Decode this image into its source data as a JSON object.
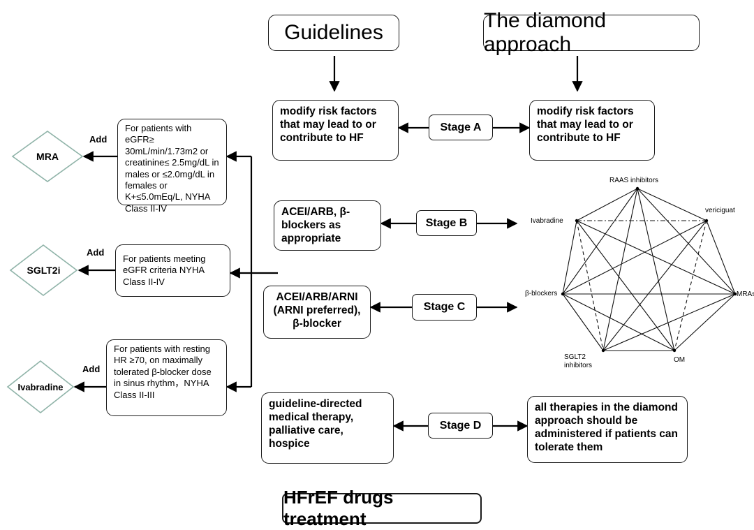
{
  "headers": {
    "guidelines": "Guidelines",
    "diamond": "The diamond approach"
  },
  "stages": {
    "a": "Stage A",
    "b": "Stage B",
    "c": "Stage C",
    "d": "Stage D"
  },
  "left_boxes": {
    "a": "modify risk factors that may lead to or contribute to HF",
    "b": "ACEI/ARB, β-blockers as appropriate",
    "c": "ACEI/ARB/ARNI (ARNI preferred), β-blocker",
    "d": "guideline-directed medical therapy, palliative care, hospice"
  },
  "right_boxes": {
    "a": "modify risk factors that may lead to or contribute to HF",
    "d": "all therapies in the diamond approach should be administered if patients can tolerate them"
  },
  "drugs": {
    "mra": {
      "name": "MRA",
      "add": "Add",
      "criteria": "For patients with eGFR≥ 30mL/min/1.73m2 or creatinine≤ 2.5mg/dL in males or ≤2.0mg/dL in females or K+≤5.0mEq/L, NYHA Class II-IV"
    },
    "sglt2i": {
      "name": "SGLT2i",
      "add": "Add",
      "criteria": "For patients meeting eGFR criteria NYHA Class II-IV"
    },
    "ivabradine": {
      "name": "Ivabradine",
      "add": "Add",
      "criteria": "For patients with resting HR ≥70, on maximally tolerated β-blocker dose in sinus rhythm，NYHA Class II-III"
    }
  },
  "diamond_nodes": {
    "raas": "RAAS inhibitors",
    "vericiguat": "vericiguat",
    "ivabradine": "Ivabradine",
    "beta": "β-blockers",
    "mras": "MRAs",
    "sglt2_line1": "SGLT2",
    "sglt2_line2": "inhibitors",
    "om": "OM"
  },
  "title": "HFrEF drugs treatment"
}
